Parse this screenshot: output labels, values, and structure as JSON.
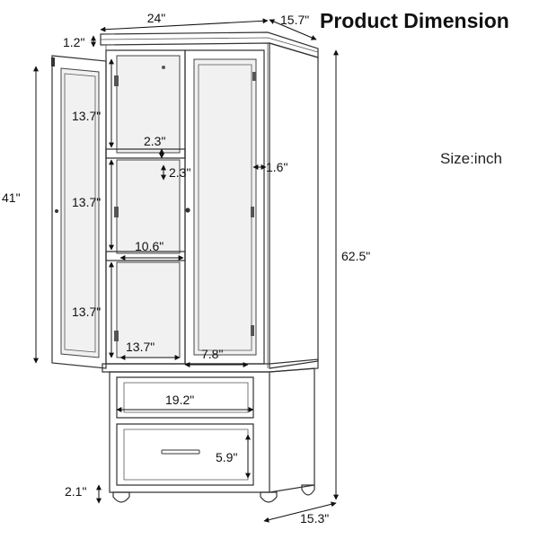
{
  "title": "Product Dimension",
  "size_note": "Size:inch",
  "dimensions": {
    "width": "24\"",
    "depth_top": "15.7\"",
    "crown_height": "1.2\"",
    "door_height": "41\"",
    "shelf_space_1": "13.7\"",
    "shelf_space_2": "13.7\"",
    "shelf_space_3": "13.7\"",
    "shelf_thickness_1": "2.3\"",
    "shelf_thickness_2": "2.3\"",
    "door_gap": "1.6\"",
    "total_height": "62.5\"",
    "shelf_width": "10.6\"",
    "shelf_depth": "13.7\"",
    "right_compartment": "7.8\"",
    "drawer_width": "19.2\"",
    "drawer_height": "5.9\"",
    "foot_height": "2.1\"",
    "depth_bottom": "15.3\""
  }
}
